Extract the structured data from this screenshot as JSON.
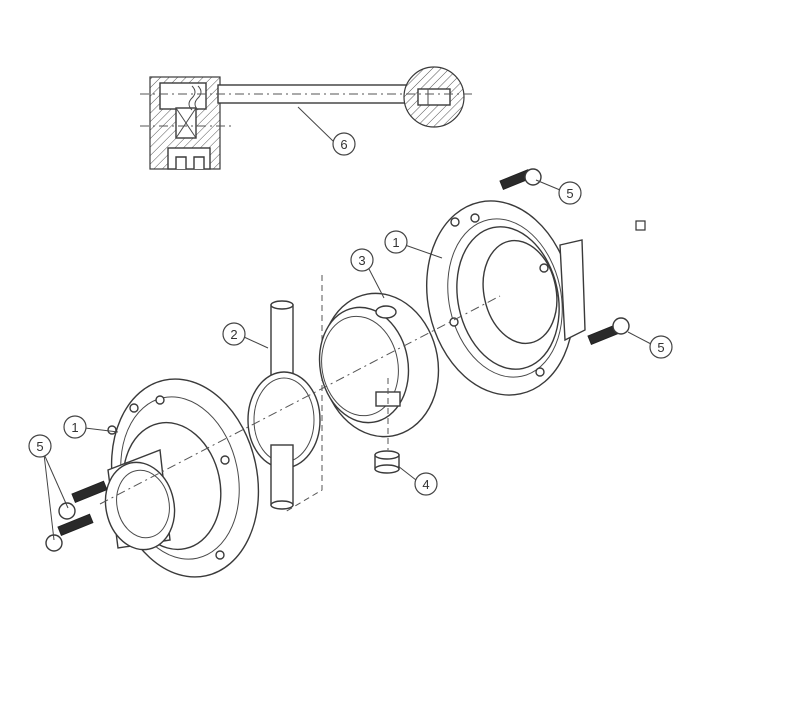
{
  "callouts": {
    "c6": "6",
    "c5_top": "5",
    "c1_right": "1",
    "c3": "3",
    "c2": "2",
    "c5_right": "5",
    "c1_left": "1",
    "c5_left": "5",
    "c4": "4"
  }
}
